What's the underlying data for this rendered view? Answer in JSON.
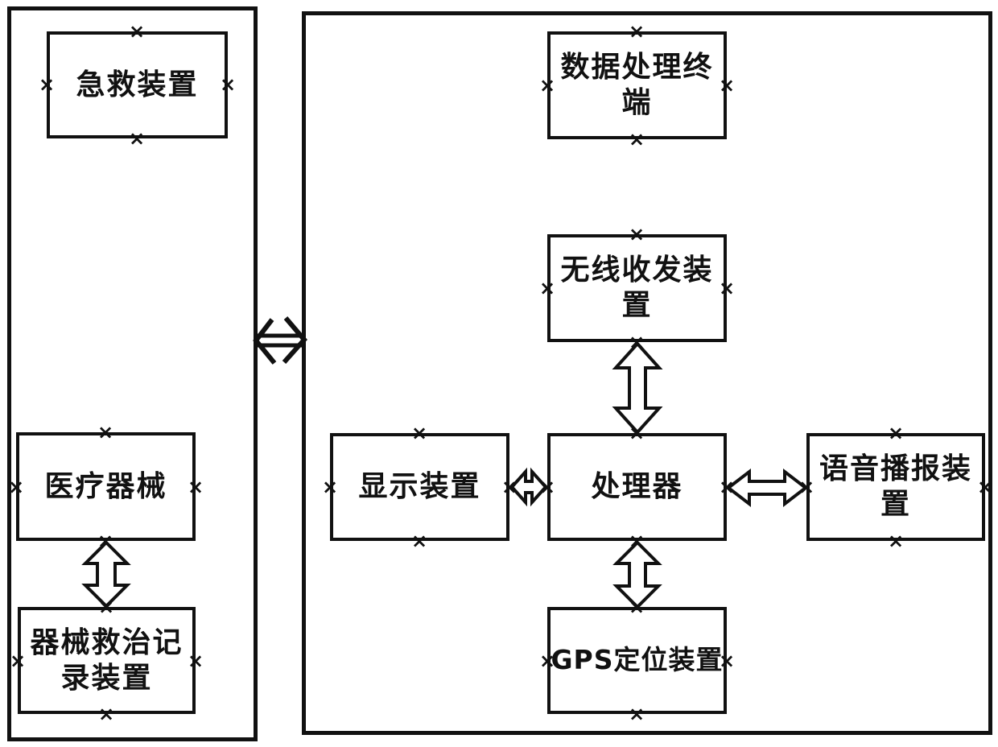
{
  "figure": {
    "connector_mark": "×",
    "colors": {
      "line": "#111111",
      "background": "#ffffff"
    },
    "left_panel": {
      "boxes": {
        "emergency": {
          "label": "急救装置"
        },
        "medical": {
          "label": "医疗器械"
        },
        "record": {
          "label": "器械救治记\n录装置"
        }
      }
    },
    "right_panel": {
      "boxes": {
        "terminal": {
          "label": "数据处理终\n端"
        },
        "wireless": {
          "label": "无线收发装\n置"
        },
        "display": {
          "label": "显示装置"
        },
        "processor": {
          "label": "处理器"
        },
        "voice": {
          "label": "语音播报装\n置"
        },
        "gps": {
          "label": "GPS定位装置"
        }
      }
    }
  }
}
